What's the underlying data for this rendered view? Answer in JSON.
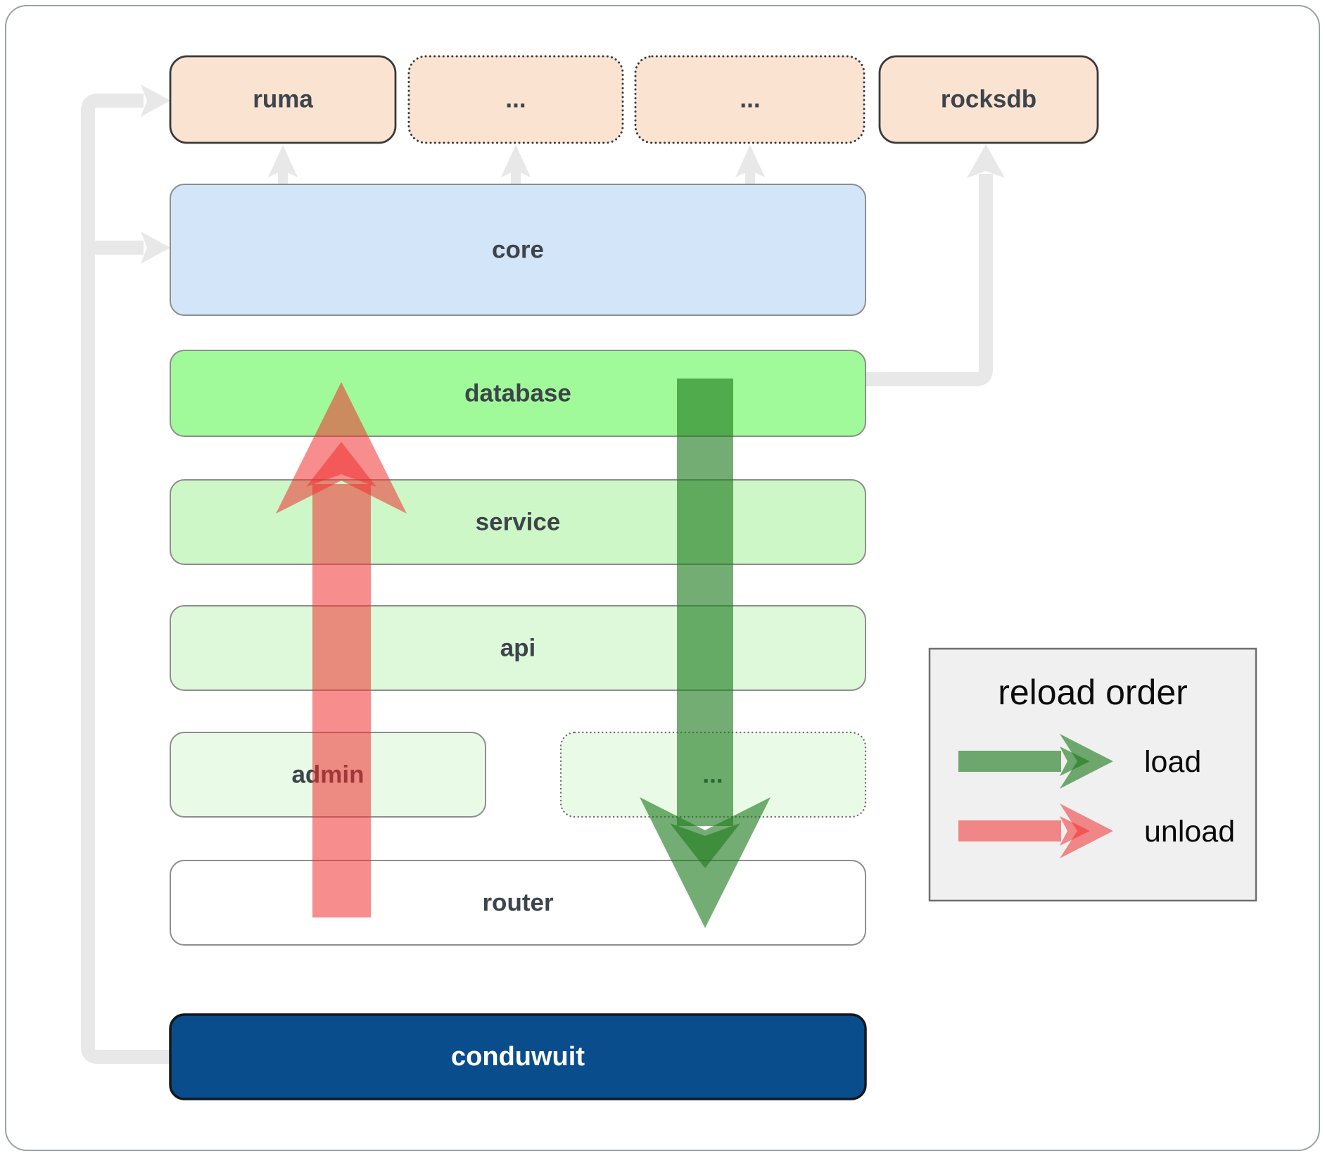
{
  "diagram": {
    "boxes": {
      "ruma": {
        "label": "ruma"
      },
      "dep2": {
        "label": "..."
      },
      "dep3": {
        "label": "..."
      },
      "rocksdb": {
        "label": "rocksdb"
      },
      "core": {
        "label": "core"
      },
      "database": {
        "label": "database"
      },
      "service": {
        "label": "service"
      },
      "api": {
        "label": "api"
      },
      "admin": {
        "label": "admin"
      },
      "extra": {
        "label": "..."
      },
      "router": {
        "label": "router"
      },
      "conduwuit": {
        "label": "conduwuit"
      }
    },
    "legend": {
      "title": "reload order",
      "items": [
        {
          "label": "load",
          "color": "#1d7a1d"
        },
        {
          "label": "unload",
          "color": "#f02f2f"
        }
      ]
    },
    "colors": {
      "dependency_fill": "#fbe3d2",
      "core_fill": "#d3e5f9",
      "database_fill": "#a0fa99",
      "service_fill": "#cdf7c7",
      "api_fill": "#def9da",
      "admin_fill": "#e9fbe7",
      "router_fill": "#ffffff",
      "conduwuit_fill": "#0a4d8c",
      "legend_fill": "#f0f0f0",
      "connector": "#e8e8e8",
      "load_arrow": "#1d7a1d",
      "unload_arrow": "#f02f2f",
      "label_text": "#3e444b",
      "conduwuit_text": "#ffffff",
      "legend_text": "#0b0b0b"
    }
  }
}
